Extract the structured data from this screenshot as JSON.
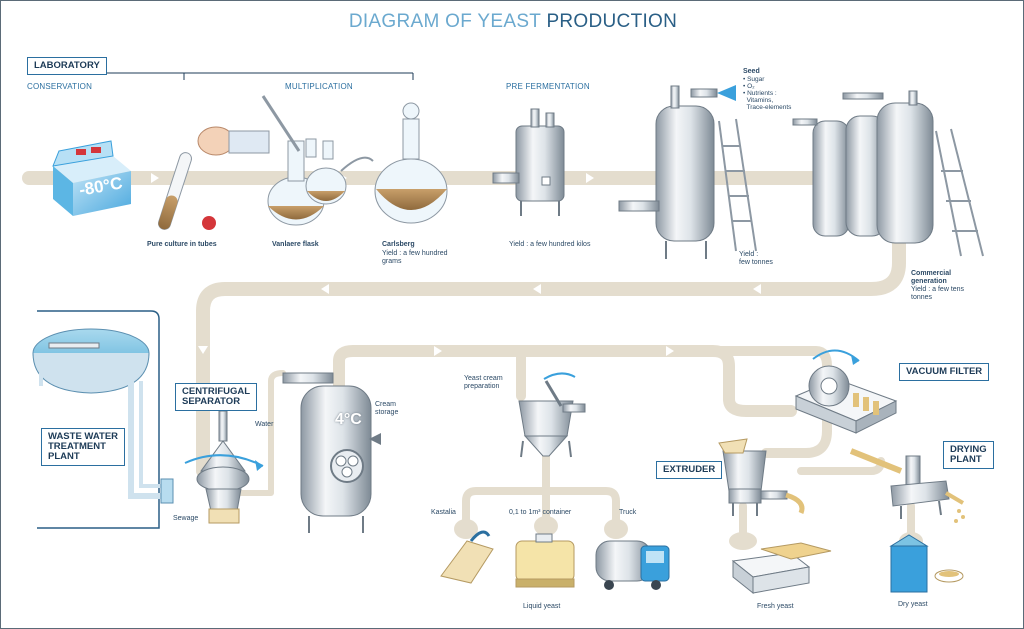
{
  "title": {
    "part1": "DIAGRAM OF YEAST ",
    "part2": "PRODUCTION"
  },
  "boxes": {
    "laboratory": "LABORATORY",
    "centrifugal": "CENTRIFUGAL\nSEPARATOR",
    "waste_water": "WASTE WATER\nTREATMENT\nPLANT",
    "vacuum_filter": "VACUUM FILTER",
    "extruder": "EXTRUDER",
    "drying_plant": "DRYING\nPLANT"
  },
  "sections": {
    "conservation": "CONSERVATION",
    "multiplication": "MULTIPLICATION",
    "pre_fermentation": "PRE FERMENTATION"
  },
  "labels": {
    "temp_freezer": "-80°C",
    "temp_tank": "4°C",
    "pure_culture": "Pure culture in tubes",
    "vanlaere": "Vanlaere flask",
    "carlsberg": "Carlsberg",
    "carlsberg_yield": "Yield : a few hundred\ngrams",
    "prefer_yield": "Yield : a few hundred kilos",
    "seed_title": "Seed",
    "seed_items": "• Sugar\n• O₂\n• Nutrients :\n  Vitamins,\n  Trace-elements",
    "few_tonnes": "Yield :\nfew tonnes",
    "commercial": "Commercial\ngeneration",
    "commercial_yield": "Yield : a few tens\ntonnes",
    "water": "Water",
    "sewage": "Sewage",
    "cream_storage": "Cream\nstorage",
    "yeast_cream": "Yeast cream\npreparation",
    "kastalia": "Kastalia",
    "container": "0,1 to 1m³ container",
    "truck": "Truck",
    "liquid_yeast": "Liquid yeast",
    "fresh_yeast": "Fresh yeast",
    "dry_yeast": "Dry yeast"
  },
  "colors": {
    "pipe": "#e4ddce",
    "pipe_arrow": "#ffffff",
    "steel_light": "#e9edf1",
    "steel_dark": "#8d98a3",
    "title_light": "#6ba9cf",
    "title_dark": "#2a5f86",
    "box_border": "#2b6fa0",
    "liquid": "#b78e5c",
    "freezer": "#3aa0dc",
    "water_blue": "#7cc3e3"
  }
}
